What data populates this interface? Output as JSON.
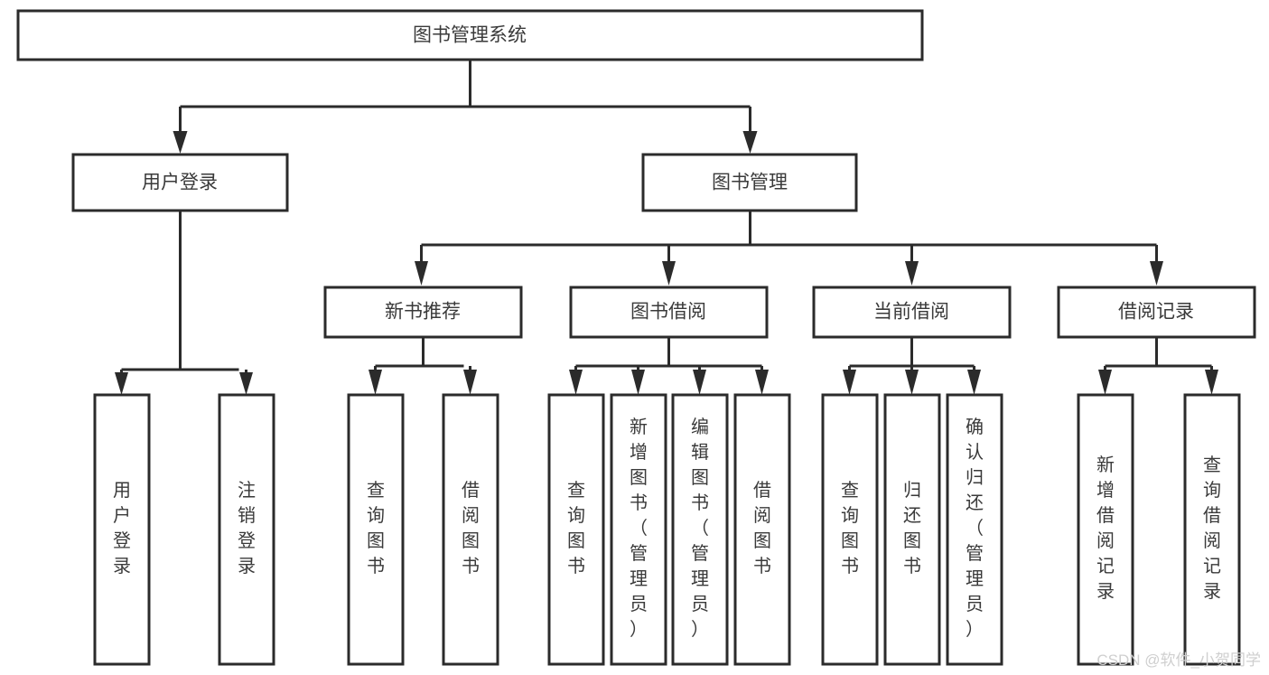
{
  "diagram": {
    "type": "tree-hierarchy",
    "title": "图书管理系统",
    "style": {
      "box_fill": "#ffffff",
      "box_stroke": "#2b2b2b",
      "text_color": "#3a3a3a",
      "connector_color": "#2b2b2b",
      "background": "#ffffff"
    },
    "levels": {
      "root": {
        "label": "图书管理系统"
      },
      "level1": [
        {
          "label": "用户登录"
        },
        {
          "label": "图书管理"
        }
      ],
      "level2": [
        {
          "label": "新书推荐"
        },
        {
          "label": "图书借阅"
        },
        {
          "label": "当前借阅"
        },
        {
          "label": "借阅记录"
        }
      ]
    },
    "nodes": {
      "root": "图书管理系统",
      "user_login": "用户登录",
      "book_manage": "图书管理",
      "new_book_recommend": "新书推荐",
      "book_borrow": "图书借阅",
      "current_borrow": "当前借阅",
      "borrow_record": "借阅记录"
    },
    "leaves": {
      "user_login": [
        "用户登录",
        "注销登录"
      ],
      "new_book_recommend": [
        "查询图书",
        "借阅图书"
      ],
      "book_borrow": [
        "查询图书",
        "新增图书（管理员）",
        "编辑图书（管理员）",
        "借阅图书"
      ],
      "current_borrow": [
        "查询图书",
        "归还图书",
        "确认归还（管理员）"
      ],
      "borrow_record": [
        "新增借阅记录",
        "查询借阅记录"
      ]
    },
    "watermark": "CSDN @软件_小贺同学"
  }
}
